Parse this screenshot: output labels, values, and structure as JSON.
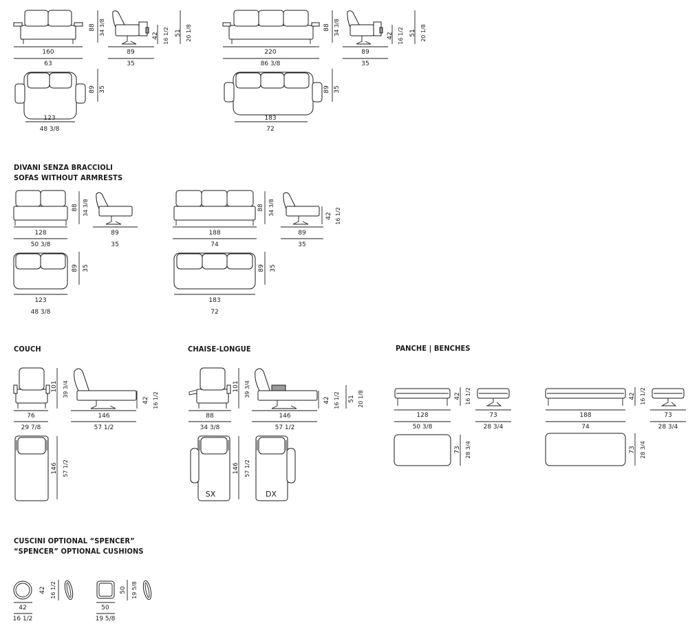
{
  "headings": {
    "no_arms_it": "DIVANI SENZA BRACCIOLI",
    "no_arms_en": "SOFAS WITHOUT ARMRESTS",
    "couch": "COUCH",
    "chaise": "CHAISE-LONGUE",
    "benches": "PANCHE | BENCHES",
    "cushions_it": "CUSCINI OPTIONAL “SPENCER”",
    "cushions_en": "“SPENCER” OPTIONAL CUSHIONS"
  },
  "dims": {
    "s160": {
      "width": "160",
      "width_in": "63",
      "height": "88",
      "height_in": "34 3/8",
      "side_depth": "89",
      "side_depth_in": "35",
      "seat": "42",
      "seat_in": "16 1/2",
      "arm": "51",
      "arm_in": "20 1/8",
      "plan_width": "123",
      "plan_width_in": "48 3/8",
      "plan_depth": "89",
      "plan_depth_in": "35"
    },
    "s220": {
      "width": "220",
      "width_in": "86 3/8",
      "height": "88",
      "height_in": "34 3/8",
      "side_depth": "89",
      "side_depth_in": "35",
      "seat": "42",
      "seat_in": "16 1/2",
      "arm": "51",
      "arm_in": "20 1/8",
      "plan_width": "183",
      "plan_width_in": "72",
      "plan_depth": "89",
      "plan_depth_in": "35"
    },
    "n128": {
      "width": "128",
      "width_in": "50 3/8",
      "height": "88",
      "height_in": "34 3/8",
      "side_depth": "89",
      "side_depth_in": "35",
      "plan_width": "123",
      "plan_width_in": "48 3/8",
      "plan_depth": "89",
      "plan_depth_in": "35"
    },
    "n188": {
      "width": "188",
      "width_in": "74",
      "height": "88",
      "height_in": "34 3/8",
      "side_depth": "89",
      "side_depth_in": "35",
      "seat": "42",
      "seat_in": "16 1/2",
      "plan_width": "183",
      "plan_width_in": "72",
      "plan_depth": "89",
      "plan_depth_in": "35"
    },
    "couch": {
      "width": "76",
      "width_in": "29 7/8",
      "height": "101",
      "height_in": "39 3/4",
      "length": "146",
      "length_in": "57 1/2",
      "seat": "42",
      "seat_in": "16 1/2",
      "plan_length": "146",
      "plan_length_in": "57 1/2"
    },
    "chaise": {
      "width": "88",
      "width_in": "34 3/8",
      "height": "101",
      "height_in": "39 3/4",
      "length": "146",
      "length_in": "57 1/2",
      "seat": "42",
      "seat_in": "16 1/2",
      "arm": "51",
      "arm_in": "20 1/8",
      "plan_length": "146",
      "plan_length_in": "57 1/2",
      "left": "SX",
      "right": "DX"
    },
    "b128": {
      "width": "128",
      "width_in": "50 3/8",
      "height": "42",
      "height_in": "16 1/2",
      "depth": "73",
      "depth_in": "28 3/4",
      "side_depth": "73",
      "side_depth_in": "28 3/4"
    },
    "b188": {
      "width": "188",
      "width_in": "74",
      "height": "42",
      "height_in": "16 1/2",
      "depth": "73",
      "depth_in": "28 3/4",
      "side_depth": "73",
      "side_depth_in": "28 3/4"
    },
    "round_cushion": {
      "diameter": "42",
      "diameter_in": "16 1/2",
      "height": "42",
      "height_in": "16 1/2"
    },
    "square_cushion": {
      "width": "50",
      "width_in": "19 5/8",
      "height": "50",
      "height_in": "19 5/8"
    }
  }
}
